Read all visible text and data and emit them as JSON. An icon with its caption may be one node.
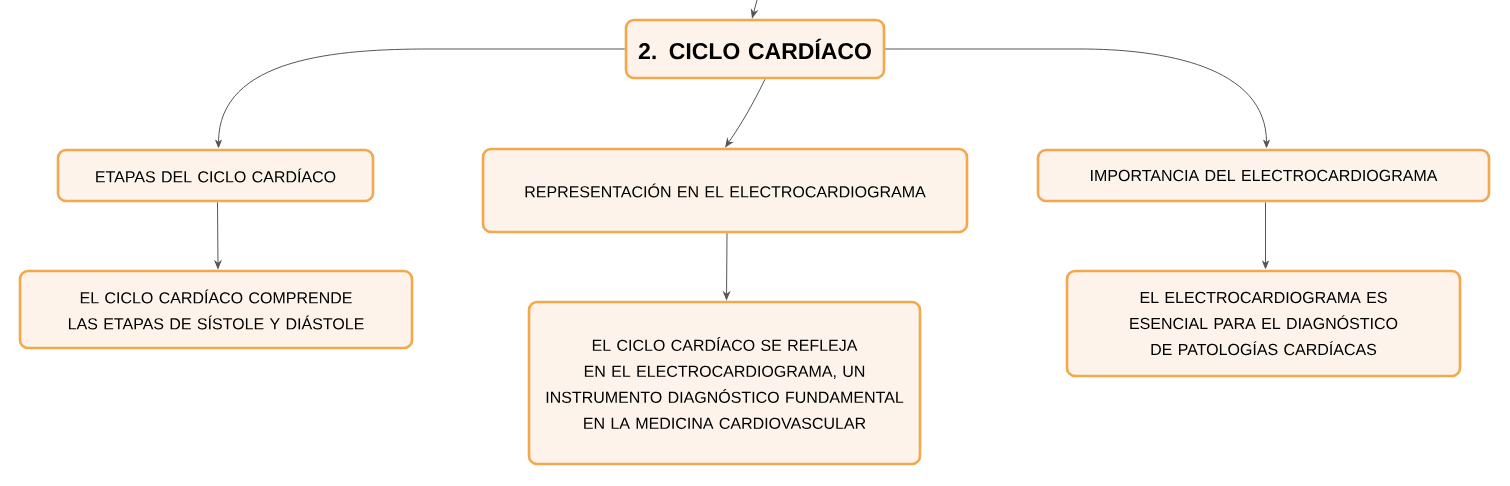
{
  "diagram": {
    "nodes": [
      {
        "text": [
          "2. CICLO CARDÍACO"
        ]
      },
      {
        "text": [
          "ETAPAS DEL CICLO CARDÍACO"
        ]
      },
      {
        "text": [
          "REPRESENTACIÓN EN EL ELECTROCARDIOGRAMA"
        ]
      },
      {
        "text": [
          "IMPORTANCIA DEL ELECTROCARDIOGRAMA"
        ]
      },
      {
        "text": [
          "EL CICLO CARDÍACO COMPRENDE LAS ETAPAS DE SÍSTOLE Y DIÁSTOLE"
        ]
      },
      {
        "text": [
          "EL CICLO CARDÍACO SE REFLEJA EN EL ELECTROCARDIOGRAMA, UN INSTRUMENTO DIAGNÓSTICO FUNDAMENTAL EN LA MEDICINA CARDIOVASCULAR"
        ]
      },
      {
        "text": [
          "EL ELECTROCARDIOGRAMA ES ESENCIAL PARA EL DIAGNÓSTICO DE PATOLOGÍAS CARDÍACAS"
        ]
      }
    ],
    "edges": [
      {
        "from": null,
        "to": 0,
        "arrow": "to"
      },
      {
        "from": 0,
        "to": 1,
        "arrow": "to"
      },
      {
        "from": 0,
        "to": 2,
        "arrow": "to"
      },
      {
        "from": 0,
        "to": 3,
        "arrow": "to"
      },
      {
        "from": 1,
        "to": 4,
        "arrow": "to"
      },
      {
        "from": 2,
        "to": 5,
        "arrow": "to"
      },
      {
        "from": 3,
        "to": 6,
        "arrow": "to"
      }
    ]
  }
}
